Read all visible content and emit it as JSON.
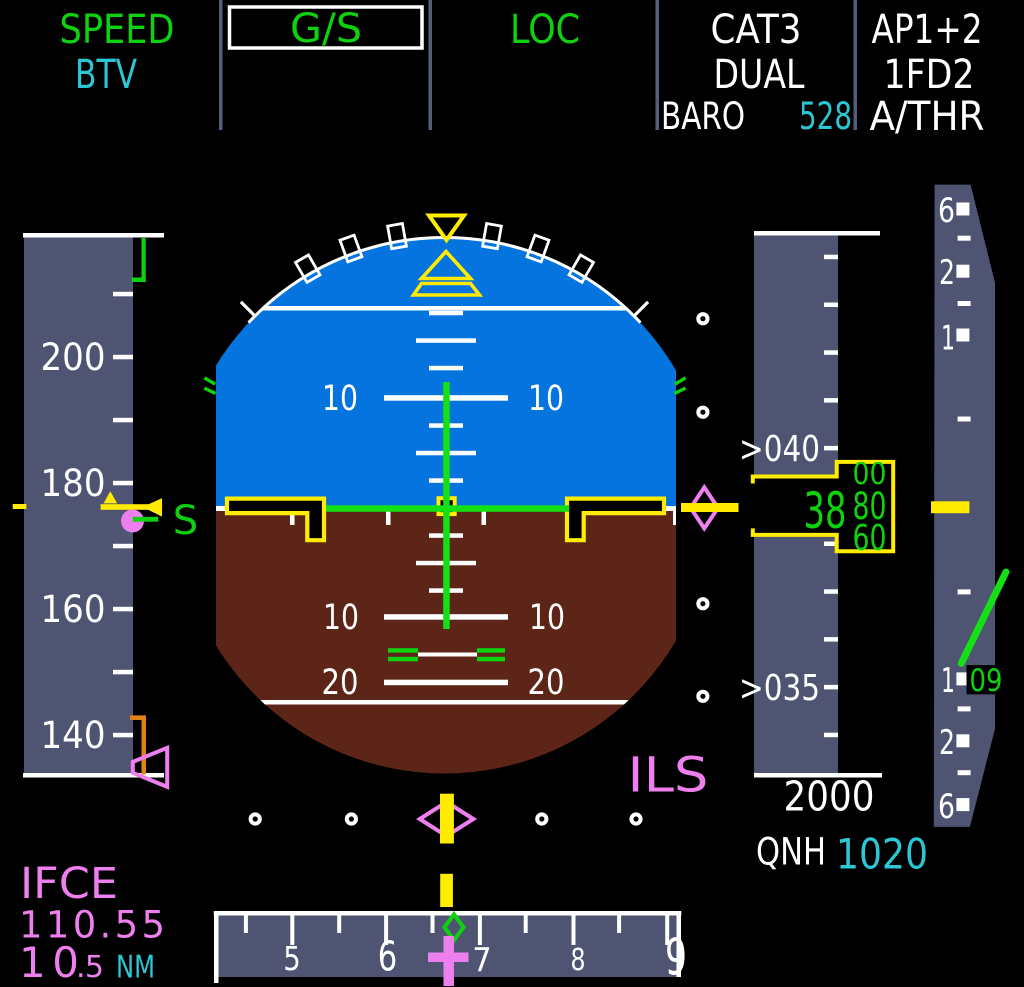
{
  "colors": {
    "green": "#0fd20f",
    "cyan": "#2cc6d4",
    "white": "#ffffff",
    "yellow": "#ffec00",
    "amber": "#e08214",
    "magenta": "#ee7fee",
    "sky": "#0574de",
    "ground": "#5c2517",
    "tape": "#4e5472",
    "divider": "#555c7d",
    "needle": "#15e015"
  },
  "fma": {
    "speed_mode": "SPEED",
    "speed_sub": "BTV",
    "vertical_mode": "G/S",
    "lateral_mode": "LOC",
    "approach_capability": "CAT3",
    "approach_dual": "DUAL",
    "baro_label": "BARO",
    "baro_value": "528",
    "ap_status": "AP1+2",
    "fd_status": "1FD2",
    "athr_status": "A/THR"
  },
  "speed_tape": {
    "label_200": "200",
    "label_180": "180",
    "label_160": "160",
    "label_140": "140",
    "s_speed_label": "S"
  },
  "attitude": {
    "pitch_10": "10",
    "pitch_20": "20"
  },
  "altitude_tape": {
    "label_040": ">040",
    "label_035": ">035",
    "window_main": "38",
    "drum_upper": "00",
    "drum_mid": "80",
    "drum_lower": "60",
    "selected_altitude": "2000",
    "qnh_label": "QNH",
    "qnh_value": "1020"
  },
  "vertical_speed": {
    "label_up_6": "6",
    "label_up_2": "2",
    "label_up_1": "1",
    "label_dn_1": "1",
    "label_dn_2": "2",
    "label_dn_6": "6",
    "value": "09"
  },
  "heading_tape": {
    "label_5": "5",
    "label_6": "6",
    "label_7": "7",
    "label_8": "8",
    "label_9": "9"
  },
  "ils_info": {
    "mode": "ILS",
    "ident": "IFCE",
    "frequency": "110.55",
    "dme_main": "10",
    "dme_decimal": ".5",
    "dme_unit": "NM"
  }
}
